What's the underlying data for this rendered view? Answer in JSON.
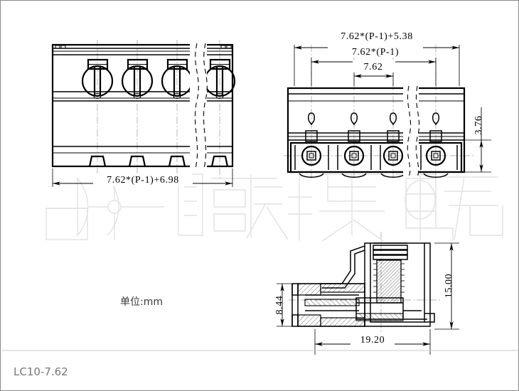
{
  "drawing": {
    "title_code": "LC10-7.62",
    "unit_note": "单位:mm",
    "watermark_text": "联捷电气"
  },
  "views": {
    "front_view": {
      "name": "front-view",
      "pole_count": 4,
      "dimension": "7.62*(P-1)+6.98"
    },
    "top_view": {
      "name": "top-view",
      "pole_count": 4,
      "dimensions": {
        "overall_width": "7.62*(P-1)+5.38",
        "pin_span": "7.62*(P-1)",
        "pitch": "7.62",
        "height": "3.76"
      }
    },
    "section_view": {
      "name": "section-view",
      "dimensions": {
        "overall_height": "15.00",
        "body_height": "8.44",
        "overall_length": "19.20"
      }
    }
  },
  "colors": {
    "line": "#000000",
    "center_line": "#9a9a9a",
    "watermark": "#e2e2e2",
    "code_text": "#777777",
    "border": "#8a8a8a",
    "background": "#ffffff"
  }
}
